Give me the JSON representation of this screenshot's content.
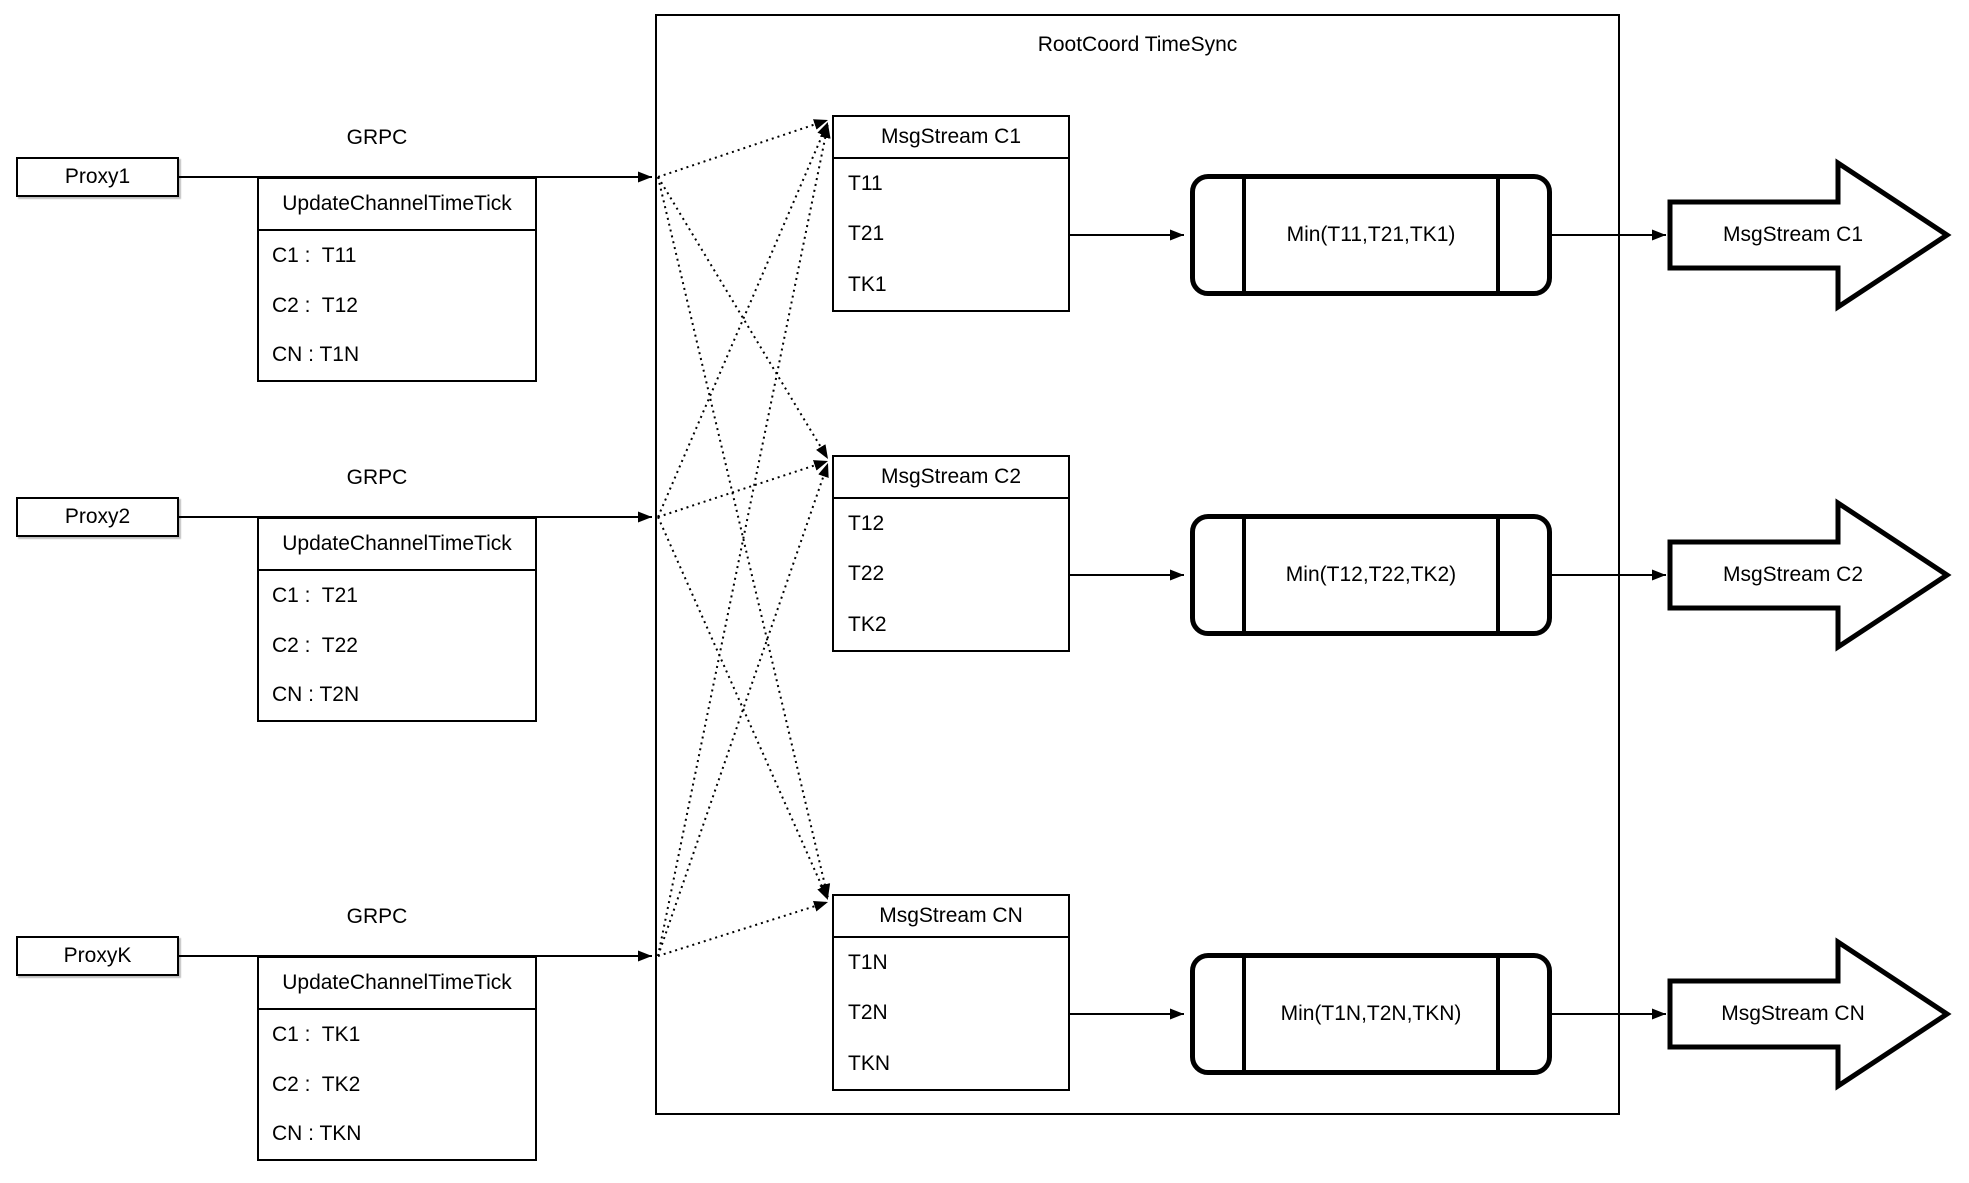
{
  "diagram_title": "RootCoord TimeSync",
  "colors": {
    "line": "#000000",
    "background": "#ffffff"
  },
  "rows": [
    {
      "proxy": "Proxy1",
      "grpc": "GRPC",
      "table_header": "UpdateChannelTimeTick",
      "ticks": [
        "C1 :  T11",
        "C2 :  T12",
        "CN : T1N"
      ],
      "stream_title": "MsgStream C1",
      "stream_values": [
        "T11",
        "T21",
        "TK1"
      ],
      "min": "Min(T11,T21,TK1)",
      "output": "MsgStream C1"
    },
    {
      "proxy": "Proxy2",
      "grpc": "GRPC",
      "table_header": "UpdateChannelTimeTick",
      "ticks": [
        "C1 :  T21",
        "C2 :  T22",
        "CN : T2N"
      ],
      "stream_title": "MsgStream C2",
      "stream_values": [
        "T12",
        "T22",
        "TK2"
      ],
      "min": "Min(T12,T22,TK2)",
      "output": "MsgStream C2"
    },
    {
      "proxy": "ProxyK",
      "grpc": "GRPC",
      "table_header": "UpdateChannelTimeTick",
      "ticks": [
        "C1 :  TK1",
        "C2 :  TK2",
        "CN : TKN"
      ],
      "stream_title": "MsgStream CN",
      "stream_values": [
        "T1N",
        "T2N",
        "TKN"
      ],
      "min": "Min(T1N,T2N,TKN)",
      "output": "MsgStream CN"
    }
  ]
}
